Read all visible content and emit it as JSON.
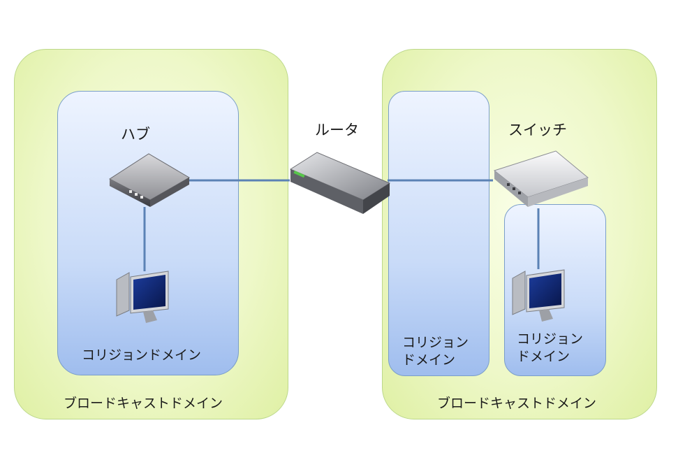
{
  "left_domain": {
    "broadcast_label": "ブロードキャストドメイン",
    "collision_label": "コリジョンドメイン",
    "hub_label": "ハブ"
  },
  "router_label": "ルータ",
  "right_domain": {
    "broadcast_label": "ブロードキャストドメイン",
    "collision_label_1_line1": "コリジョン",
    "collision_label_1_line2": "ドメイン",
    "collision_label_2_line1": "コリジョン",
    "collision_label_2_line2": "ドメイン",
    "switch_label": "スイッチ"
  },
  "colors": {
    "broadcast_fill": "#eef8c9",
    "broadcast_border": "#bcd88a",
    "collision_fill": "#c9dbf8",
    "collision_border": "#7a9ec9",
    "link_line": "#5b82b5"
  },
  "icons": [
    "hub-icon",
    "router-icon",
    "switch-icon",
    "pc-icon",
    "pc-icon"
  ]
}
